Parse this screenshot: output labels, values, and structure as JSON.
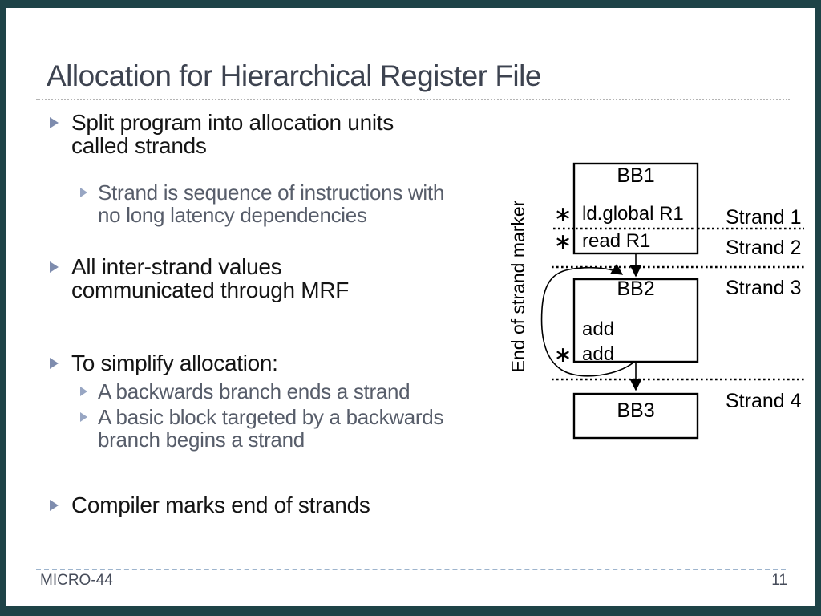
{
  "slide": {
    "title": "Allocation for Hierarchical Register File",
    "footer": {
      "left": "MICRO-44",
      "page": "11"
    }
  },
  "content": {
    "bullets": [
      {
        "level": 1,
        "lines": [
          "Split program into allocation units",
          "called strands"
        ]
      },
      {
        "level": 2,
        "lines": [
          "Strand is sequence of instructions with",
          "no long latency dependencies"
        ]
      },
      {
        "level": 1,
        "lines": [
          "All inter-strand values",
          "communicated through MRF"
        ]
      },
      {
        "level": 1,
        "lines": [
          "To simplify allocation:"
        ]
      },
      {
        "level": 2,
        "lines": [
          "A backwards branch ends a strand"
        ]
      },
      {
        "level": 2,
        "lines": [
          "A basic block targeted by a backwards",
          "branch begins a strand"
        ]
      },
      {
        "level": 1,
        "lines": [
          "Compiler marks end of strands"
        ]
      }
    ]
  },
  "diagram": {
    "axis_label": "End of strand marker",
    "marker_glyph": "∗",
    "blocks": [
      {
        "label": "BB1",
        "instructions": [
          "ld.global R1",
          "read R1"
        ]
      },
      {
        "label": "BB2",
        "instructions": [
          "add",
          "add"
        ]
      },
      {
        "label": "BB3",
        "instructions": []
      }
    ],
    "strand_labels": [
      "Strand 1",
      "Strand 2",
      "Strand 3",
      "Strand 4"
    ]
  },
  "colors": {
    "frame": "#1e4347",
    "title_text": "#3d4350",
    "body_text": "#141414",
    "sub_text": "#575d6a",
    "bullet_marker": "#7e8cae",
    "sub_bullet_marker": "#98a6c3",
    "footer_text": "#454b59",
    "footer_dash_line": "#9db4cd",
    "title_dotted_line": "#b4b4b4",
    "diagram_ink": "#000000"
  }
}
